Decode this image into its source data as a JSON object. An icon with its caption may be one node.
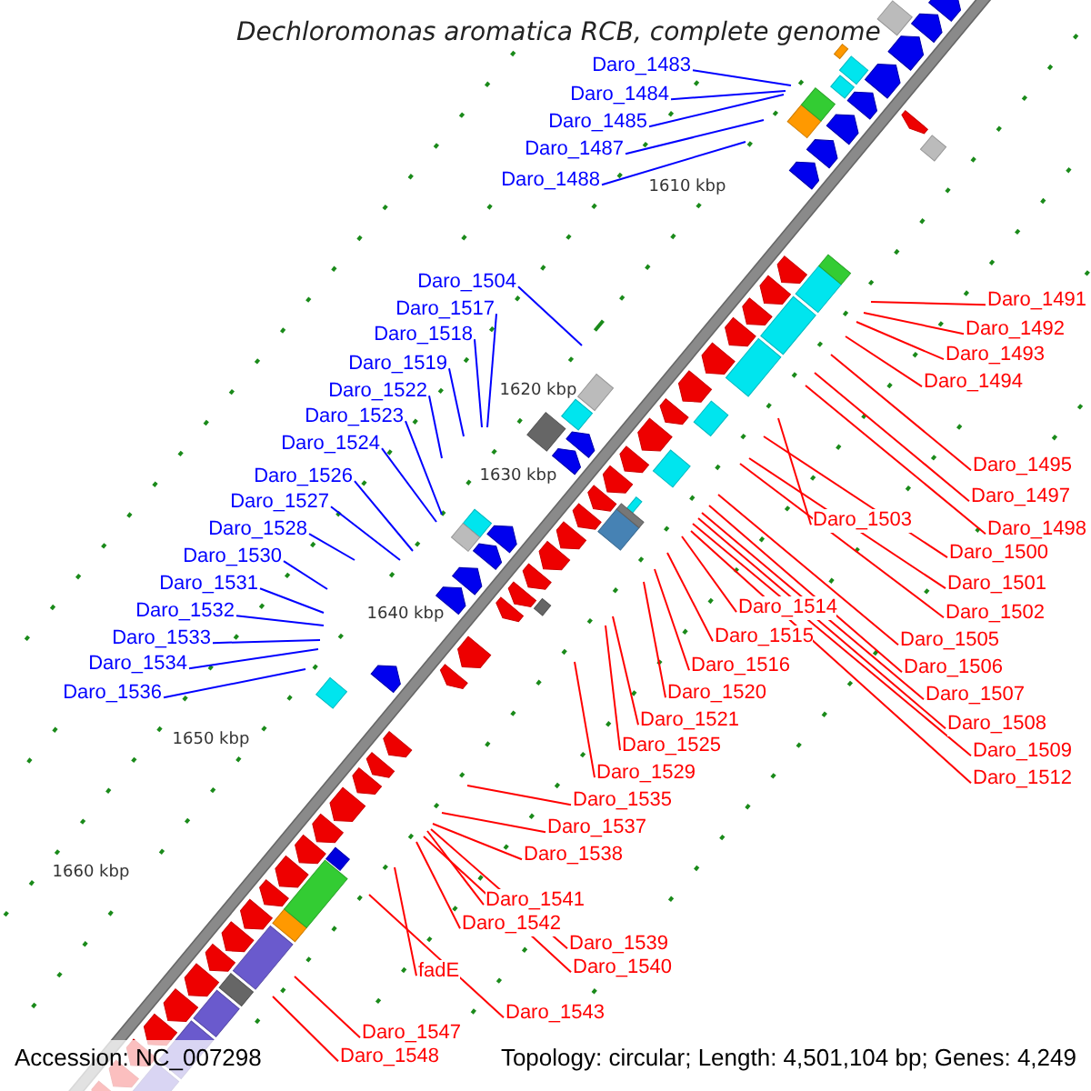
{
  "diagram": {
    "title": "Dechloromonas aromatica RCB, complete genome",
    "nodes": [
      {
        "text": [
          "Daro_1483"
        ]
      },
      {
        "text": [
          "Daro_1484"
        ]
      },
      {
        "text": [
          "Daro_1485"
        ]
      },
      {
        "text": [
          "Daro_1487"
        ]
      },
      {
        "text": [
          "Daro_1488"
        ]
      },
      {
        "text": [
          "Daro_1504"
        ]
      },
      {
        "text": [
          "Daro_1517"
        ]
      },
      {
        "text": [
          "Daro_1518"
        ]
      },
      {
        "text": [
          "Daro_1519"
        ]
      },
      {
        "text": [
          "Daro_1522"
        ]
      },
      {
        "text": [
          "Daro_1523"
        ]
      },
      {
        "text": [
          "Daro_1524"
        ]
      },
      {
        "text": [
          "Daro_1526"
        ]
      },
      {
        "text": [
          "Daro_1527"
        ]
      },
      {
        "text": [
          "Daro_1528"
        ]
      },
      {
        "text": [
          "Daro_1530"
        ]
      },
      {
        "text": [
          "Daro_1531"
        ]
      },
      {
        "text": [
          "Daro_1532"
        ]
      },
      {
        "text": [
          "Daro_1533"
        ]
      },
      {
        "text": [
          "Daro_1534"
        ]
      },
      {
        "text": [
          "Daro_1536"
        ]
      },
      {
        "text": [
          "Daro_1491"
        ]
      },
      {
        "text": [
          "Daro_1492"
        ]
      },
      {
        "text": [
          "Daro_1493"
        ]
      },
      {
        "text": [
          "Daro_1494"
        ]
      },
      {
        "text": [
          "Daro_1495"
        ]
      },
      {
        "text": [
          "Daro_1497"
        ]
      },
      {
        "text": [
          "Daro_1498"
        ]
      },
      {
        "text": [
          "Daro_1503"
        ]
      },
      {
        "text": [
          "Daro_1500"
        ]
      },
      {
        "text": [
          "Daro_1501"
        ]
      },
      {
        "text": [
          "Daro_1502"
        ]
      },
      {
        "text": [
          "Daro_1505"
        ]
      },
      {
        "text": [
          "Daro_1506"
        ]
      },
      {
        "text": [
          "Daro_1507"
        ]
      },
      {
        "text": [
          "Daro_1508"
        ]
      },
      {
        "text": [
          "Daro_1509"
        ]
      },
      {
        "text": [
          "Daro_1512"
        ]
      },
      {
        "text": [
          "Daro_1514"
        ]
      },
      {
        "text": [
          "Daro_1515"
        ]
      },
      {
        "text": [
          "Daro_1516"
        ]
      },
      {
        "text": [
          "Daro_1520"
        ]
      },
      {
        "text": [
          "Daro_1521"
        ]
      },
      {
        "text": [
          "Daro_1525"
        ]
      },
      {
        "text": [
          "Daro_1529"
        ]
      },
      {
        "text": [
          "Daro_1535"
        ]
      },
      {
        "text": [
          "Daro_1537"
        ]
      },
      {
        "text": [
          "Daro_1538"
        ]
      },
      {
        "text": [
          "Daro_1541"
        ]
      },
      {
        "text": [
          "Daro_1542"
        ]
      },
      {
        "text": [
          "Daro_1539"
        ]
      },
      {
        "text": [
          "Daro_1540"
        ]
      },
      {
        "text": [
          "fadE"
        ]
      },
      {
        "text": [
          "Daro_1543"
        ]
      },
      {
        "text": [
          "Daro_1547"
        ]
      },
      {
        "text": [
          "Daro_1548"
        ]
      }
    ],
    "edges": [
      {
        "from": 0,
        "to": null,
        "arrow": "none",
        "color": "#0000ff"
      },
      {
        "from": 1,
        "to": null,
        "arrow": "none",
        "color": "#0000ff"
      },
      {
        "from": 2,
        "to": null,
        "arrow": "none",
        "color": "#0000ff"
      },
      {
        "from": 3,
        "to": null,
        "arrow": "none",
        "color": "#0000ff"
      },
      {
        "from": 4,
        "to": null,
        "arrow": "none",
        "color": "#0000ff"
      },
      {
        "from": 5,
        "to": null,
        "arrow": "none",
        "color": "#0000ff"
      },
      {
        "from": 6,
        "to": null,
        "arrow": "none",
        "color": "#0000ff"
      },
      {
        "from": 7,
        "to": null,
        "arrow": "none",
        "color": "#0000ff"
      },
      {
        "from": 8,
        "to": null,
        "arrow": "none",
        "color": "#0000ff"
      },
      {
        "from": 9,
        "to": null,
        "arrow": "none",
        "color": "#0000ff"
      },
      {
        "from": 10,
        "to": null,
        "arrow": "none",
        "color": "#0000ff"
      },
      {
        "from": 11,
        "to": null,
        "arrow": "none",
        "color": "#0000ff"
      },
      {
        "from": 12,
        "to": null,
        "arrow": "none",
        "color": "#0000ff"
      },
      {
        "from": 13,
        "to": null,
        "arrow": "none",
        "color": "#0000ff"
      },
      {
        "from": 14,
        "to": null,
        "arrow": "none",
        "color": "#0000ff"
      },
      {
        "from": 15,
        "to": null,
        "arrow": "none",
        "color": "#0000ff"
      },
      {
        "from": 16,
        "to": null,
        "arrow": "none",
        "color": "#0000ff"
      },
      {
        "from": 17,
        "to": null,
        "arrow": "none",
        "color": "#0000ff"
      },
      {
        "from": 18,
        "to": null,
        "arrow": "none",
        "color": "#0000ff"
      },
      {
        "from": 19,
        "to": null,
        "arrow": "none",
        "color": "#0000ff"
      },
      {
        "from": 20,
        "to": null,
        "arrow": "none",
        "color": "#0000ff"
      },
      {
        "from": 21,
        "to": null,
        "arrow": "none"
      },
      {
        "from": 22,
        "to": null,
        "arrow": "none"
      },
      {
        "from": 23,
        "to": null,
        "arrow": "none"
      },
      {
        "from": 24,
        "to": null,
        "arrow": "none"
      },
      {
        "from": 25,
        "to": null,
        "arrow": "none"
      },
      {
        "from": 26,
        "to": null,
        "arrow": "none"
      },
      {
        "from": 27,
        "to": null,
        "arrow": "none"
      },
      {
        "from": 28,
        "to": null,
        "arrow": "none"
      },
      {
        "from": 29,
        "to": null,
        "arrow": "none"
      },
      {
        "from": 30,
        "to": null,
        "arrow": "none"
      },
      {
        "from": 31,
        "to": null,
        "arrow": "none"
      },
      {
        "from": 32,
        "to": null,
        "arrow": "none"
      },
      {
        "from": 33,
        "to": null,
        "arrow": "none"
      },
      {
        "from": 34,
        "to": null,
        "arrow": "none"
      },
      {
        "from": 35,
        "to": null,
        "arrow": "none"
      },
      {
        "from": 36,
        "to": null,
        "arrow": "none"
      },
      {
        "from": 37,
        "to": null,
        "arrow": "none"
      },
      {
        "from": 38,
        "to": null,
        "arrow": "none"
      },
      {
        "from": 39,
        "to": null,
        "arrow": "none"
      },
      {
        "from": 40,
        "to": null,
        "arrow": "none"
      },
      {
        "from": 41,
        "to": null,
        "arrow": "none"
      },
      {
        "from": 42,
        "to": null,
        "arrow": "none"
      },
      {
        "from": 43,
        "to": null,
        "arrow": "none"
      },
      {
        "from": 44,
        "to": null,
        "arrow": "none"
      },
      {
        "from": 45,
        "to": null,
        "arrow": "none"
      },
      {
        "from": 46,
        "to": null,
        "arrow": "none"
      },
      {
        "from": 47,
        "to": null,
        "arrow": "none"
      },
      {
        "from": 48,
        "to": null,
        "arrow": "none"
      },
      {
        "from": 49,
        "to": null,
        "arrow": "none"
      },
      {
        "from": 50,
        "to": null,
        "arrow": "none"
      },
      {
        "from": 51,
        "to": null,
        "arrow": "none"
      },
      {
        "from": 52,
        "to": null,
        "arrow": "none"
      },
      {
        "from": 53,
        "to": null,
        "arrow": "none"
      },
      {
        "from": 54,
        "to": null,
        "arrow": "none"
      },
      {
        "from": 55,
        "to": null,
        "arrow": "none"
      }
    ],
    "labels": [
      "1610 kbp",
      "1620 kbp",
      "1630 kbp",
      "1640 kbp",
      "1650 kbp",
      "1660 kbp",
      "Accession: NC_007298",
      "Topology: circular; Length: 4,501,104 bp; Genes: 4,249"
    ]
  }
}
